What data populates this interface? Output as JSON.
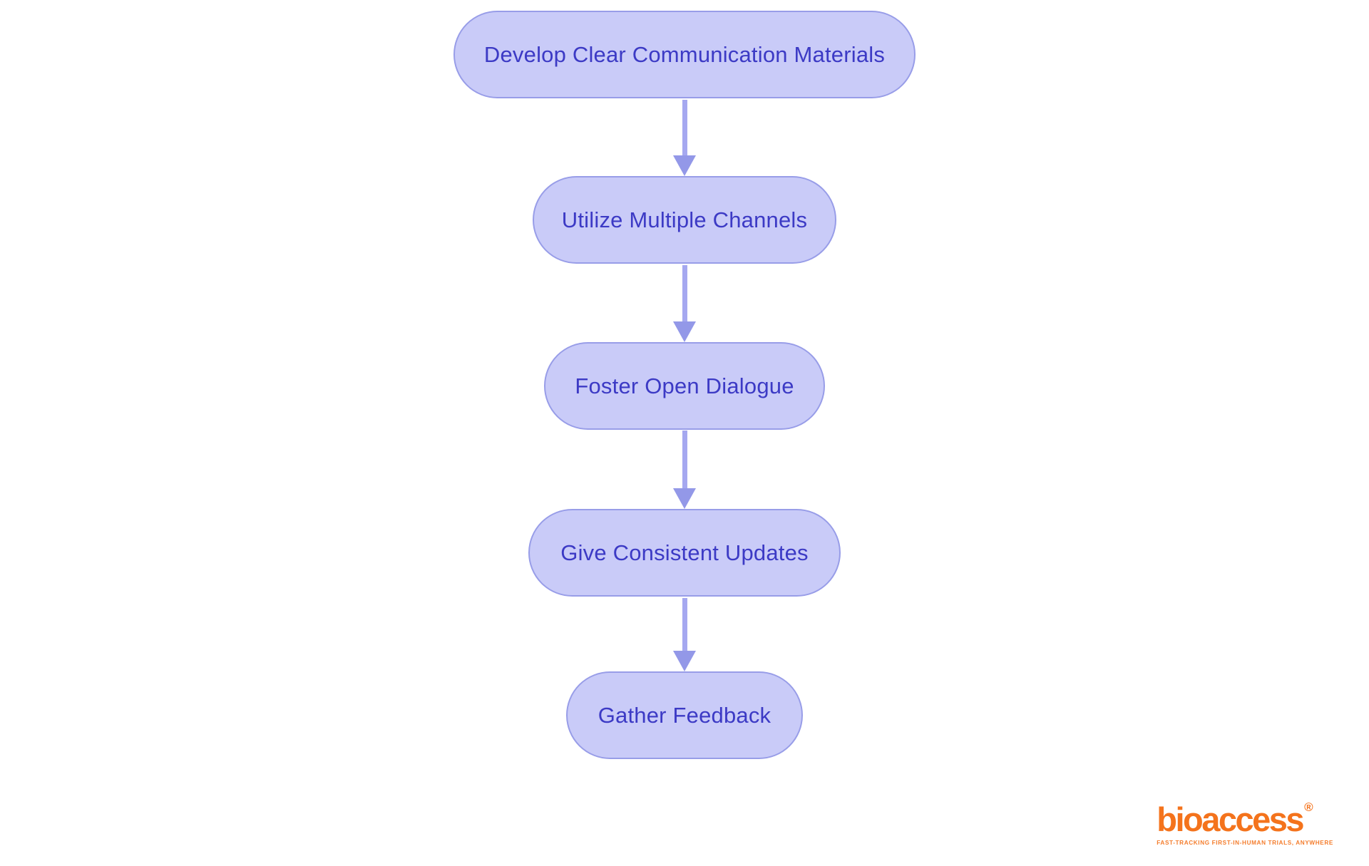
{
  "theme": {
    "node_fill": "#c9cbf8",
    "node_border": "#989de8",
    "node_text": "#3c3ac5",
    "arrow": "#a5a8f0",
    "arrowhead": "#9398e8",
    "brand_orange": "#f4731c",
    "page_bg": "#ffffff"
  },
  "flowchart": {
    "type": "vertical-process-flow",
    "nodes": [
      {
        "label": "Develop Clear Communication Materials"
      },
      {
        "label": "Utilize Multiple Channels"
      },
      {
        "label": "Foster Open Dialogue"
      },
      {
        "label": "Give Consistent Updates"
      },
      {
        "label": "Gather Feedback"
      }
    ],
    "connections": [
      {
        "from": 0,
        "to": 1
      },
      {
        "from": 1,
        "to": 2
      },
      {
        "from": 2,
        "to": 3
      },
      {
        "from": 3,
        "to": 4
      }
    ]
  },
  "logo": {
    "wordmark": "bioaccess",
    "registered_mark": "®",
    "tagline": "FAST-TRACKING FIRST-IN-HUMAN TRIALS, ANYWHERE"
  }
}
